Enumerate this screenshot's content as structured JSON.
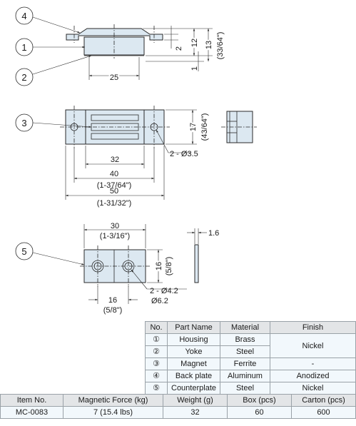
{
  "drawing": {
    "callouts": [
      "4",
      "1",
      "2",
      "3",
      "5"
    ],
    "side_view": {
      "width": "25",
      "dim_right_small": "2",
      "dim_right_mid": "12",
      "dim_right_total": "13",
      "dim_right_total_inch": "(33/64\")",
      "dim_bottom": "1"
    },
    "top_view": {
      "height": "17",
      "height_inch": "(43/64\")",
      "hole_pitch": "32",
      "hole_spec": "2 - Ø3.5",
      "mid_length": "40",
      "mid_length_inch": "(1-37/64\")",
      "total_length": "50",
      "total_length_inch": "(1-31/32\")"
    },
    "plate_view": {
      "width": "30",
      "width_inch": "(1-3/16\")",
      "thickness": "1.6",
      "height": "16",
      "height_inch": "(5/8\")",
      "hole_spec_1": "2 - Ø4.2",
      "hole_spec_2": "Ø6.2",
      "hole_pitch": "16",
      "hole_pitch_inch": "(5/8\")"
    }
  },
  "parts_table": {
    "headers": [
      "No.",
      "Part Name",
      "Material",
      "Finish"
    ],
    "rows": [
      {
        "no": "①",
        "name": "Housing",
        "material": "Brass",
        "finish": "Nickel"
      },
      {
        "no": "②",
        "name": "Yoke",
        "material": "Steel"
      },
      {
        "no": "③",
        "name": "Magnet",
        "material": "Ferrite",
        "finish": "-"
      },
      {
        "no": "④",
        "name": "Back plate",
        "material": "Aluminum",
        "finish": "Anodized"
      },
      {
        "no": "⑤",
        "name": "Counterplate",
        "material": "Steel",
        "finish": "Nickel"
      }
    ]
  },
  "product_table": {
    "headers": [
      "Item No.",
      "Magnetic Force (kg)",
      "Weight (g)",
      "Box (pcs)",
      "Carton (pcs)"
    ],
    "row": [
      "MC-0083",
      "7 (15.4 lbs)",
      "32",
      "60",
      "600"
    ]
  }
}
